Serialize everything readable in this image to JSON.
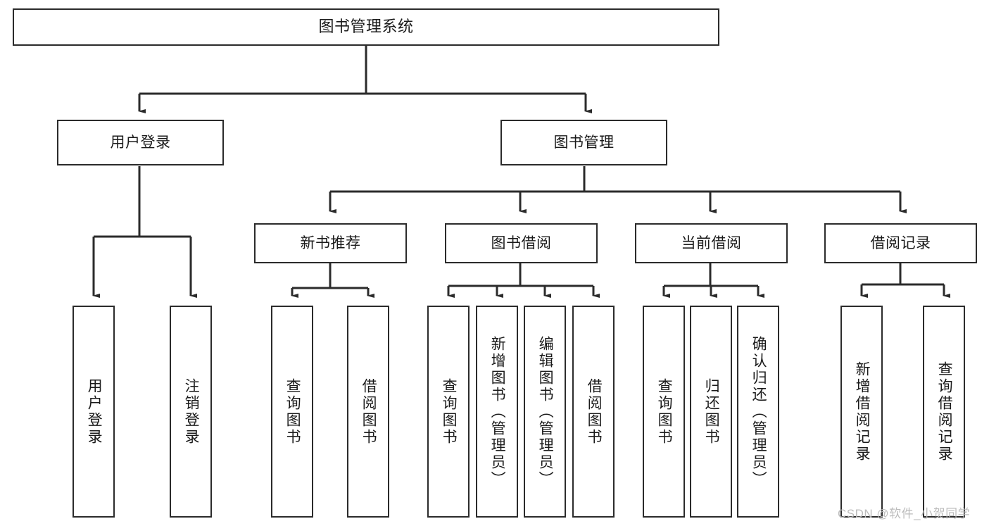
{
  "diagram": {
    "title": "图书管理系统",
    "type": "tree",
    "watermark": "CSDN @软件_小贺同学",
    "colors": {
      "box_border": "#2b2b2b",
      "box_fill": "#ffffff",
      "edge": "#2b2b2b",
      "text": "#1a1a1a",
      "watermark": "#b9b9b9"
    },
    "nodes": {
      "root": {
        "label": "图书管理系统"
      },
      "level2": [
        {
          "id": "user-login",
          "label": "用户登录"
        },
        {
          "id": "book-manage",
          "label": "图书管理"
        }
      ],
      "level3": [
        {
          "id": "new-book-recommend",
          "label": "新书推荐"
        },
        {
          "id": "book-borrow",
          "label": "图书借阅"
        },
        {
          "id": "current-borrow",
          "label": "当前借阅"
        },
        {
          "id": "borrow-record",
          "label": "借阅记录"
        }
      ],
      "leaves": {
        "user-login": [
          {
            "id": "leaf-user-login",
            "label": "用户登录"
          },
          {
            "id": "leaf-user-logout",
            "label": "注销登录"
          }
        ],
        "new-book-recommend": [
          {
            "id": "leaf-query-book-1",
            "label": "查询图书"
          },
          {
            "id": "leaf-borrow-book-1",
            "label": "借阅图书"
          }
        ],
        "book-borrow": [
          {
            "id": "leaf-query-book-2",
            "label": "查询图书"
          },
          {
            "id": "leaf-add-book",
            "label": "新增图书（管理员）"
          },
          {
            "id": "leaf-edit-book",
            "label": "编辑图书（管理员）"
          },
          {
            "id": "leaf-borrow-book-2",
            "label": "借阅图书"
          }
        ],
        "current-borrow": [
          {
            "id": "leaf-query-book-3",
            "label": "查询图书"
          },
          {
            "id": "leaf-return-book",
            "label": "归还图书"
          },
          {
            "id": "leaf-confirm-return",
            "label": "确认归还（管理员）"
          }
        ],
        "borrow-record": [
          {
            "id": "leaf-add-record",
            "label": "新增借阅记录"
          },
          {
            "id": "leaf-query-record",
            "label": "查询借阅记录"
          }
        ]
      }
    }
  }
}
